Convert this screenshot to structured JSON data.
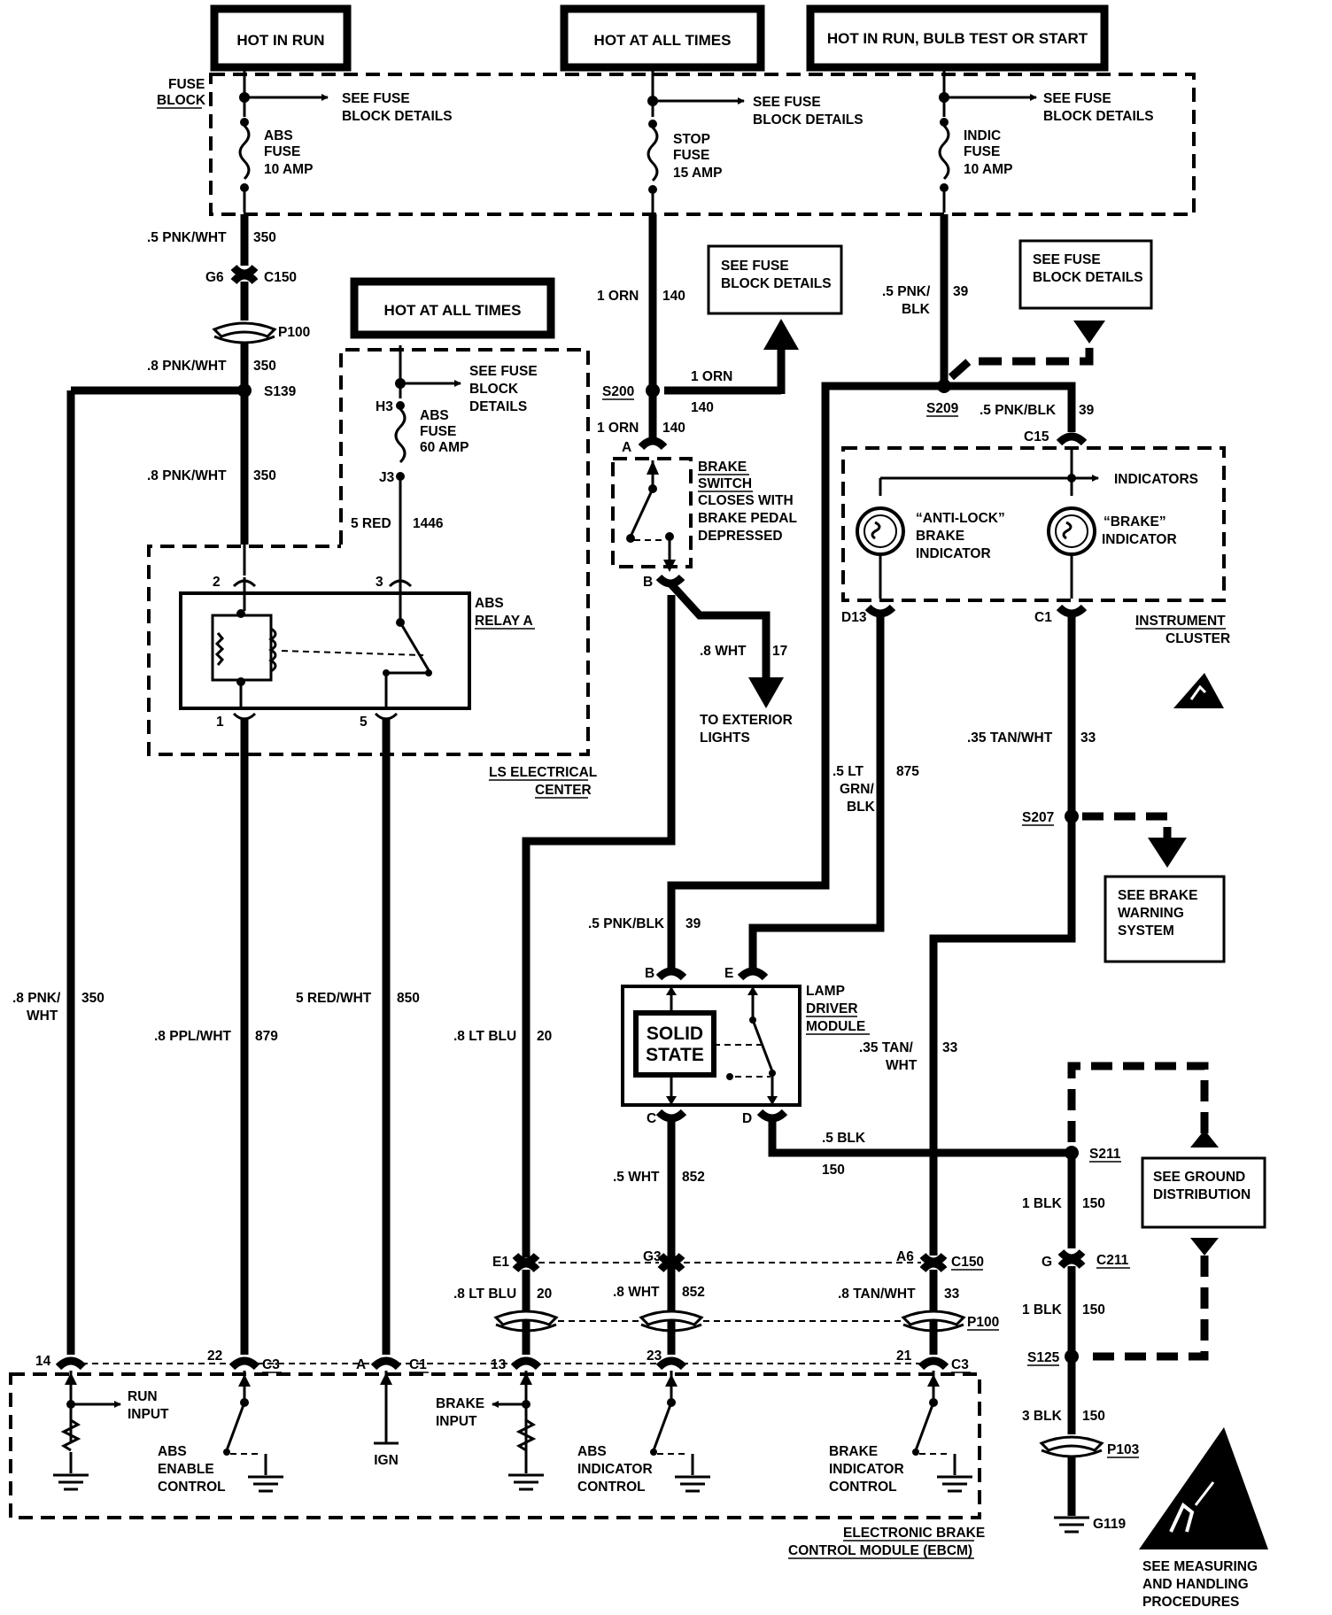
{
  "power": {
    "hot_in_run": "HOT IN RUN",
    "hot_at_all_times": "HOT AT ALL TIMES",
    "hot_run_bulb": "HOT IN RUN, BULB TEST OR START",
    "hot_at_all_times_2": "HOT AT ALL TIMES"
  },
  "fuse_block": {
    "label_1": "FUSE",
    "label_2": "BLOCK",
    "see_details_1": "SEE FUSE",
    "see_details_2": "BLOCK DETAILS",
    "abs_fuse": [
      "ABS",
      "FUSE",
      "10 AMP"
    ],
    "stop_fuse": [
      "STOP",
      "FUSE",
      "15 AMP"
    ],
    "indic_fuse": [
      "INDIC",
      "FUSE",
      "10 AMP"
    ]
  },
  "boxes": {
    "see_fuse_box": [
      "SEE FUSE",
      "BLOCK DETAILS"
    ],
    "see_fuse_box_2": [
      "SEE FUSE",
      "BLOCK DETAILS"
    ],
    "brake_warning": [
      "SEE BRAKE",
      "WARNING",
      "SYSTEM"
    ],
    "ground_dist": [
      "SEE GROUND",
      "DISTRIBUTION"
    ]
  },
  "ls_center": {
    "see_details": [
      "SEE FUSE",
      "BLOCK",
      "DETAILS"
    ],
    "fuse": [
      "ABS",
      "FUSE",
      "60 AMP"
    ],
    "h3": "H3",
    "j3": "J3",
    "wire": "5 RED",
    "wire_no": "1446",
    "relay": [
      "ABS",
      "RELAY A"
    ],
    "pins": [
      "2",
      "3",
      "1",
      "5"
    ],
    "name": [
      "LS ELECTRICAL",
      "CENTER"
    ]
  },
  "brake_switch": {
    "label": [
      "BRAKE",
      "SWITCH",
      "CLOSES WITH",
      "BRAKE PEDAL",
      "DEPRESSED"
    ],
    "pin_a": "A",
    "pin_b": "B",
    "exterior": [
      "TO EXTERIOR",
      "LIGHTS"
    ]
  },
  "cluster": {
    "indicators": "INDICATORS",
    "antilock": [
      "“ANTI-LOCK”",
      "BRAKE",
      "INDICATOR"
    ],
    "brake": [
      "“BRAKE”",
      "INDICATOR"
    ],
    "name": [
      "INSTRUMENT",
      "CLUSTER"
    ],
    "c15": "C15",
    "d13": "D13",
    "c1": "C1"
  },
  "lamp_driver": {
    "name": [
      "LAMP",
      "DRIVER",
      "MODULE"
    ],
    "solid_state": [
      "SOLID",
      "STATE"
    ],
    "pins": [
      "B",
      "E",
      "C",
      "D"
    ]
  },
  "wires": {
    "w1": ".5 PNK/WHT",
    "w1n": "350",
    "g6": "G6",
    "c150": "C150",
    "p100": "P100",
    "w2": ".8 PNK/WHT",
    "w2n": "350",
    "s139": "S139",
    "w3": ".8 PNK/WHT",
    "w3n": "350",
    "w4a": ".8 PNK/",
    "w4b": "WHT",
    "w4n": "350",
    "w5": ".8 PPL/WHT",
    "w5n": "879",
    "w6": "5 RED/WHT",
    "w6n": "850",
    "orn1": "1 ORN",
    "orn1n": "140",
    "s200": "S200",
    "orn2": "1 ORN",
    "orn2n": "140",
    "orn3": "1 ORN",
    "orn3n": "140",
    "wht8": ".8 WHT",
    "wht8n": "17",
    "pb1": ".5 PNK/",
    "pb2": "BLK",
    "pbn": "39",
    "s209": "S209",
    "pb3": ".5 PNK/BLK",
    "pb3n": "39",
    "tw1": ".35 TAN/WHT",
    "tw1n": "33",
    "s207": "S207",
    "lg1": ".5 LT",
    "lg2": "GRN/",
    "lg3": "BLK",
    "lgn": "875",
    "pb4": ".5 PNK/BLK",
    "pb4n": "39",
    "lb": ".8 LT BLU",
    "lbn": "20",
    "tw2a": ".35 TAN/",
    "tw2b": "WHT",
    "tw2n": "33",
    "blk5": ".5 BLK",
    "blk5n": "150",
    "s211": "S211",
    "wht5": ".5 WHT",
    "wht5n": "852",
    "blk1": "1 BLK",
    "blk1n": "150",
    "g": "G",
    "c211": "C211",
    "blk1b": "1 BLK",
    "blk1bn": "150",
    "s125": "S125",
    "blk3": "3 BLK",
    "blk3n": "150",
    "p103": "P103",
    "g119": "G119",
    "e1": "E1",
    "g3": "G3",
    "a6": "A6",
    "c150b": "C150",
    "lb2": ".8 LT BLU",
    "lb2n": "20",
    "wht8b": ".8 WHT",
    "wht8bn": "852",
    "tw3": ".8 TAN/WHT",
    "tw3n": "33",
    "p100b": "P100"
  },
  "ebcm": {
    "pin14": "14",
    "pin22": "22",
    "c3": "C3",
    "pina": "A",
    "c1": "C1",
    "pin13": "13",
    "pin23": "23",
    "pin21": "21",
    "c3b": "C3",
    "run_input": [
      "RUN",
      "INPUT"
    ],
    "abs_enable": [
      "ABS",
      "ENABLE",
      "CONTROL"
    ],
    "ign": "IGN",
    "brake_input": [
      "BRAKE",
      "INPUT"
    ],
    "abs_indicator": [
      "ABS",
      "INDICATOR",
      "CONTROL"
    ],
    "brake_indicator": [
      "BRAKE",
      "INDICATOR",
      "CONTROL"
    ],
    "name": [
      "ELECTRONIC BRAKE",
      "CONTROL MODULE (EBCM)"
    ]
  },
  "esd": [
    "SEE MEASURING",
    "AND HANDLING",
    "PROCEDURES"
  ]
}
